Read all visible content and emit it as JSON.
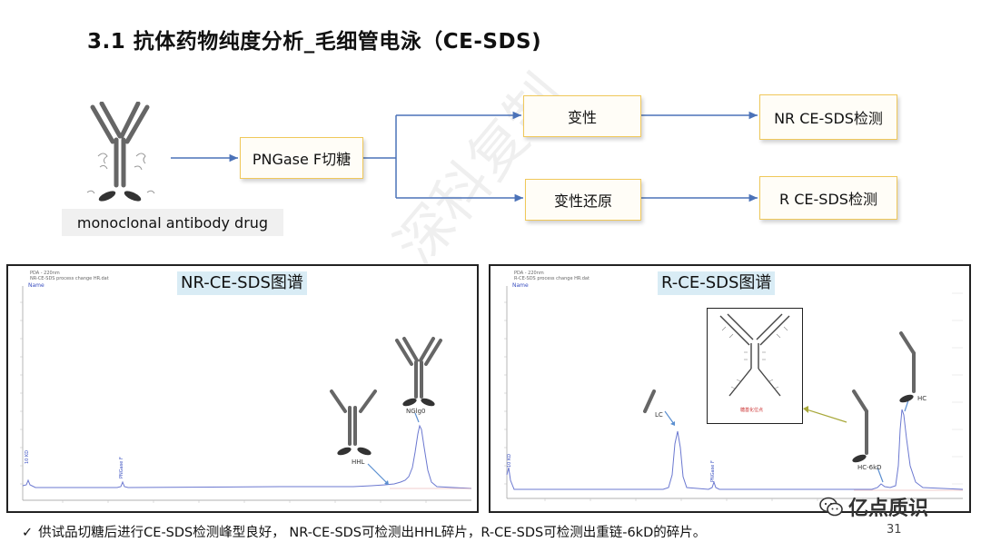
{
  "slide": {
    "title": "3.1 抗体药物纯度分析_毛细管电泳（CE-SDS)",
    "watermark": "深科复制",
    "page_number": "31",
    "brand": "亿点质识"
  },
  "flow": {
    "antibody_label": "monoclonal antibody drug",
    "pngase": "PNGase F切糖",
    "denature": "变性",
    "denature_reduce": "变性还原",
    "nr_detect": "NR CE-SDS检测",
    "r_detect": "R CE-SDS检测"
  },
  "panels": {
    "left": {
      "title": "NR-CE-SDS图谱",
      "header_line1": "PDA - 220nm",
      "header_line2": "NR-CE-SDS process change HR.dat",
      "header_name": "Name",
      "peak_a": "10 KD",
      "peak_b": "PNGase F",
      "label_hhl": "HHL",
      "label_ngig0": "NGlg0"
    },
    "right": {
      "title": "R-CE-SDS图谱",
      "header_line1": "PDA - 220nm",
      "header_line2": "R-CE-SDS process change HR.dat",
      "header_name": "Name",
      "peak_a": "10 KD",
      "peak_b": "PNGase F",
      "label_lc": "LC",
      "label_hc": "HC",
      "label_hc6kd": "HC-6kD",
      "inset_caption": "糖基化位点"
    }
  },
  "footer": {
    "check": "✓",
    "text": "供试品切糖后进行CE-SDS检测峰型良好， NR-CE-SDS可检测出HHL碎片，R-CE-SDS可检测出重链-6kD的碎片。"
  }
}
